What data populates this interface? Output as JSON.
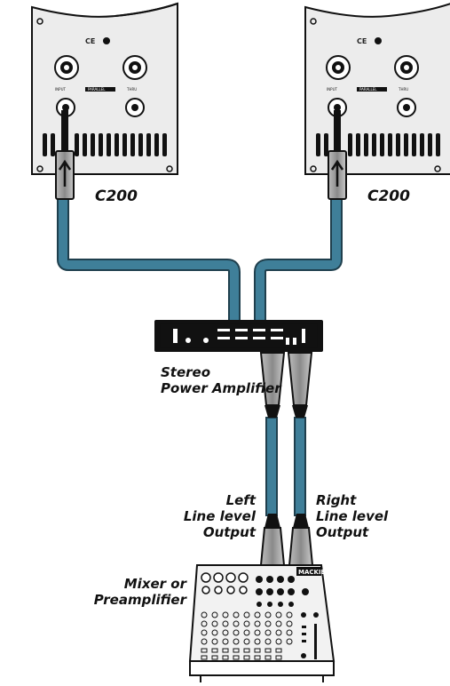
{
  "speakers": [
    {
      "model": "C200",
      "input_label": "INPUT",
      "thru_label": "THRU",
      "parallel_label": "PARALLEL"
    },
    {
      "model": "C200",
      "input_label": "INPUT",
      "thru_label": "THRU",
      "parallel_label": "PARALLEL"
    }
  ],
  "amplifier": {
    "label_line1": "Stereo",
    "label_line2": "Power Amplifier"
  },
  "outputs": {
    "left": {
      "line1": "Left",
      "line2": "Line level",
      "line3": "Output"
    },
    "right": {
      "line1": "Right",
      "line2": "Line level",
      "line3": "Output"
    }
  },
  "mixer": {
    "label_line1": "Mixer or",
    "label_line2": "Preamplifier",
    "brand": "MACKIE."
  },
  "colors": {
    "cable": "#3f7f99",
    "cable_edge": "#1f3f4d",
    "panel": "#ececec",
    "outline": "#111111"
  }
}
